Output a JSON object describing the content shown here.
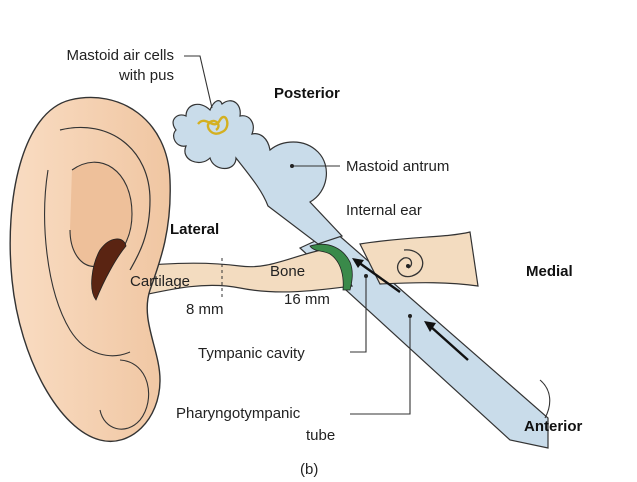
{
  "labels": {
    "mastoid_air_cells_line1": "Mastoid air cells",
    "mastoid_air_cells_line2": "with pus",
    "posterior": "Posterior",
    "mastoid_antrum": "Mastoid antrum",
    "internal_ear": "Internal ear",
    "lateral": "Lateral",
    "medial": "Medial",
    "cartilage": "Cartilage",
    "bone": "Bone",
    "cartilage_length": "8 mm",
    "bone_length": "16 mm",
    "tympanic_cavity": "Tympanic cavity",
    "pharyngotympanic_line1": "Pharyngotympanic",
    "pharyngotympanic_line2": "tube",
    "anterior": "Anterior",
    "panel": "(b)"
  },
  "colors": {
    "skin": "#f6d3b4",
    "skin_dark": "#e9b893",
    "canal": "#f3dcc0",
    "tube": "#c9dcea",
    "tympanic": "#3a8a4a",
    "pus": "#d4b021",
    "ear_canal_opening": "#5a2412"
  }
}
